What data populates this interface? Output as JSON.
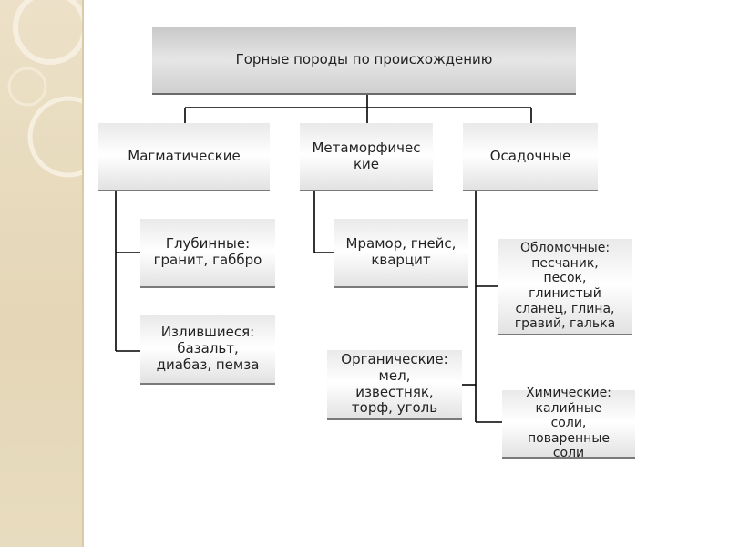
{
  "diagram": {
    "title": "Горные породы по происхождению",
    "categories": {
      "magmatic": "Магматические",
      "metamorphic": "Метаморфичес\nкие",
      "sedimentary": "Осадочные"
    },
    "leaves": {
      "deep": "Глубинные:\nгранит, габбро",
      "effusive": "Излившиеся:\nбазальт,\nдиабаз, пемза",
      "metamorphic_rocks": "Мрамор, гнейс,\nкварцит",
      "clastic": "Обломочные:\nпесчаник,\nпесок,\nглинистый\nсланец, глина,\nгравий, галька",
      "organic": "Органические:\nмел,\nизвестняк,\nторф, уголь",
      "chemical": "Химические:\nкалийные\nсоли,\nповаренные\nсоли"
    }
  },
  "colors": {
    "line": "#000000",
    "box_text": "#222222",
    "strip": "#e4d6b6"
  }
}
